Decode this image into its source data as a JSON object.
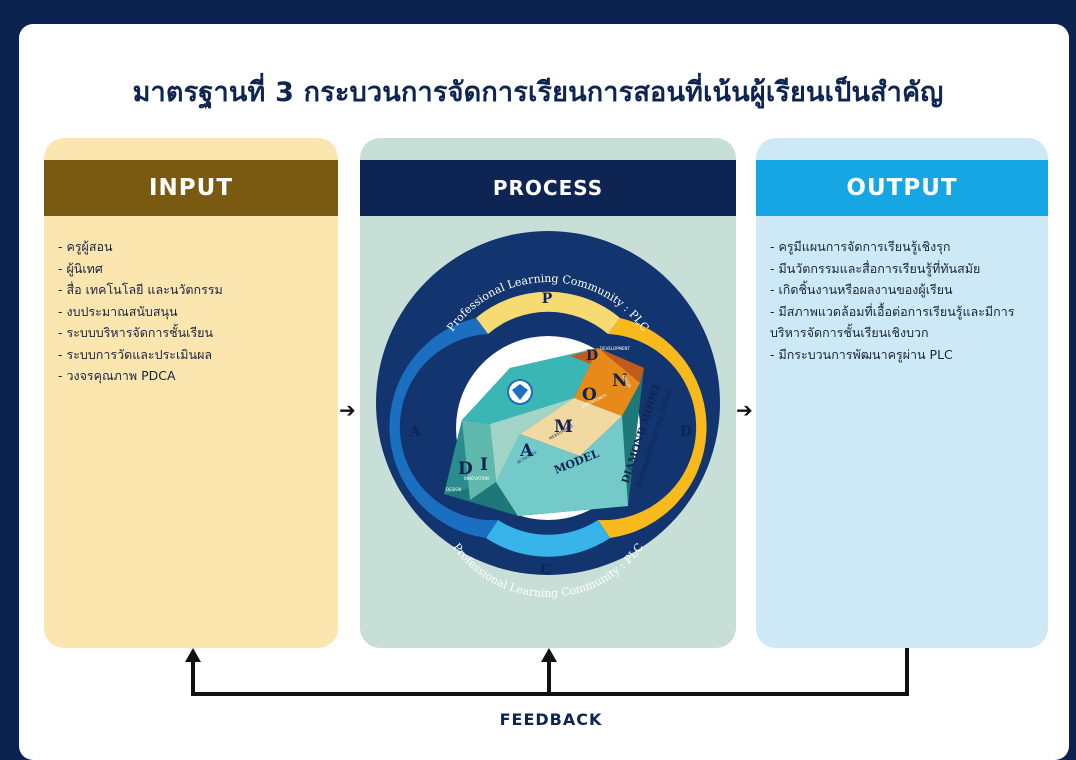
{
  "title": "มาตรฐานที่ 3 กระบวนการจัดการเรียนการสอนที่เน้นผู้เรียนเป็นสำคัญ",
  "input": {
    "heading": "INPUT",
    "items": [
      "ครูผู้สอน",
      "ผู้นิเทศ",
      "สื่อ เทคโนโลยี และนวัตกรรม",
      "งบประมาณสนับสนุน",
      "ระบบบริหารจัดการชั้นเรียน",
      "ระบบการวัดและประเมินผล",
      "วงจรคุณภาพ PDCA"
    ]
  },
  "process": {
    "heading": "PROCESS",
    "ring_text_top": "Professional Learning Community : PLC",
    "ring_text_bottom": "Professional Learning Community : PLC",
    "cycle": {
      "p": "P",
      "d": "D",
      "c": "C",
      "a": "A"
    },
    "diamond": {
      "letters": [
        "D",
        "I",
        "A",
        "M",
        "O",
        "N",
        "D"
      ],
      "words": [
        "DESIGN",
        "INNOVATION",
        "ACTIVITIES",
        "MEASURABLE",
        "OPPORTUNITY",
        "NEEDS",
        "DEVELOPMENT"
      ],
      "model_label": "MODEL",
      "side_title": "DIAMOND MODEL",
      "side_subtitle": "Rattanathibumrung School"
    }
  },
  "output": {
    "heading": "OUTPUT",
    "items": [
      "ครูมีแผนการจัดการเรียนรู้เชิงรุก",
      "มีนวัตกรรมและสื่อการเรียนรู้ที่ทันสมัย",
      "เกิดชิ้นงานหรือผลงานของผู้เรียน",
      "มีสภาพแวดล้อมที่เอื้อต่อการเรียนรู้และมีการบริหารจัดการชั้นเรียนเชิงบวก",
      "มีกระบวนการพัฒนาครูผ่าน PLC"
    ]
  },
  "feedback": "FEEDBACK",
  "colors": {
    "background": "#0c2350",
    "input_header": "#7a5a10",
    "input_body": "#fce6b0",
    "process_header": "#0e2452",
    "process_body": "#c8dfd8",
    "output_header": "#16a6e4",
    "output_body": "#cde9f5"
  }
}
